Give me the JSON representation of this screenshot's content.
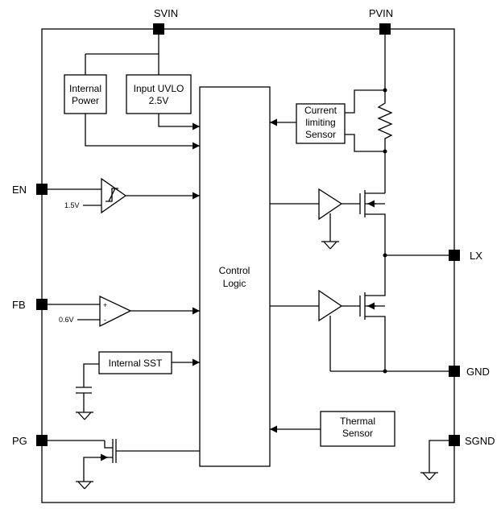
{
  "pins": {
    "svin": "SVIN",
    "pvin": "PVIN",
    "en": "EN",
    "fb": "FB",
    "pg": "PG",
    "lx": "LX",
    "gnd": "GND",
    "sgnd": "SGND"
  },
  "blocks": {
    "internal_power": [
      "Internal",
      "Power"
    ],
    "input_uvlo": [
      "Input UVLO",
      "2.5V"
    ],
    "control_logic": [
      "Control",
      "Logic"
    ],
    "current_sensor": [
      "Current",
      "limiting",
      "Sensor"
    ],
    "internal_sst": "Internal SST",
    "thermal_sensor": [
      "Thermal",
      "Sensor"
    ]
  },
  "references": {
    "en_threshold": "1.5V",
    "fb_reference": "0.6V"
  },
  "comparator_signs": {
    "plus": "+",
    "minus": "-"
  }
}
